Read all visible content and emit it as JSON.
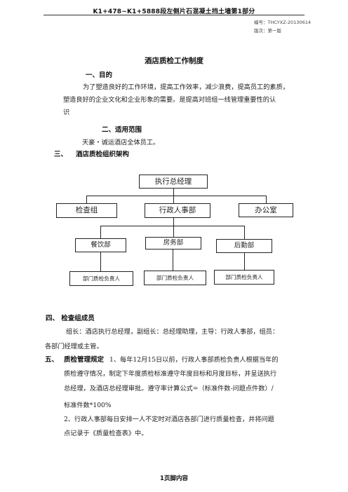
{
  "header": {
    "title": "K1+478~K1+5888段左侧片石混凝土挡土墙第1部分",
    "doc_no": "编号：THCYXZ-20130614",
    "version": "版次：第一版"
  },
  "doc_title": "酒店质检工作制度",
  "section1": {
    "heading": "一、目的",
    "lines": [
      "为了塑造良好的工作环境，提高工作效率，减少浪费，提高员工的素质，",
      "塑造良好的企业文化和企业形象的需要。是提高对班组一线管理重要性的认",
      "识"
    ]
  },
  "section2": {
    "heading": "二、适用范围",
    "text": "天豪・诚运酒店全体员工。"
  },
  "section3": {
    "num": "三、",
    "heading": "酒店质检组织架构"
  },
  "org_chart": {
    "top": "执行总经理",
    "level2": [
      "检查组",
      "行政人事部",
      "办公室"
    ],
    "level3": [
      "餐饮部",
      "房务部",
      "后勤部"
    ],
    "level4": [
      "部门质检负责人",
      "部门质检负责人",
      "部门质检负责人"
    ]
  },
  "section4": {
    "heading": "四、 检查组成员",
    "lines": [
      "组长：酒店执行总经理，副组长：总经理助理，主导：行政人事部，组员：",
      "各部门经理或主管。"
    ]
  },
  "section5": {
    "num": "五、",
    "heading": "质检管理规定",
    "lines": [
      "1、每年12月15日以前，行政人事部质检负责人根据当年的",
      "质检遵守情况，制定下年度质检标准遵守年度目标和月度目标，并呈送执行",
      "总经理，及酒店总经理审批。遵守率计算公式=（标准件数-问题点件数）/",
      "标准件数*100%",
      "2、行政人事部每日安排一人不定时对酒店各部门进行质量检查，并将问题",
      "点记录于《质量检查表》中。"
    ]
  },
  "footer": "1页脚内容"
}
